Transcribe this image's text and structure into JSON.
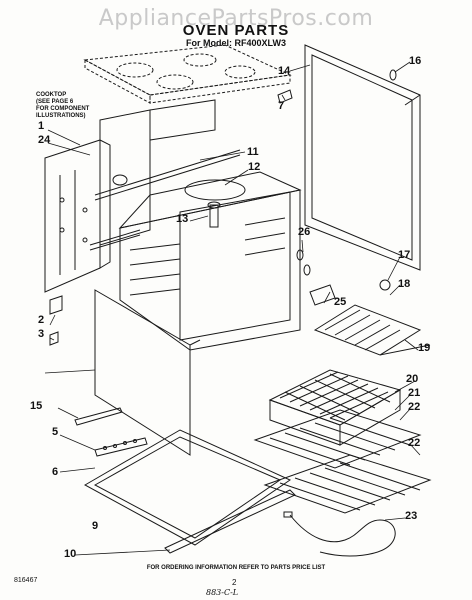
{
  "header": {
    "watermark": "AppliancePartsPros.com",
    "title": "OVEN PARTS",
    "subtitle": "For Model: RF400XLW3"
  },
  "cooktop_note": {
    "line1": "COOKTOP",
    "line2": "(SEE PAGE 6",
    "line3": "FOR COMPONENT",
    "line4": "ILLUSTRATIONS)"
  },
  "callouts": [
    "1",
    "2",
    "3",
    "5",
    "6",
    "9",
    "10",
    "11",
    "12",
    "13",
    "14",
    "15",
    "16",
    "17",
    "18",
    "19",
    "20",
    "21",
    "22",
    "22",
    "23",
    "24",
    "25",
    "26",
    "7"
  ],
  "footer": {
    "ordering_note": "FOR ORDERING INFORMATION REFER TO PARTS PRICE LIST",
    "doc_number": "816467",
    "page_number": "2",
    "hand_mark": "883-C-L"
  }
}
